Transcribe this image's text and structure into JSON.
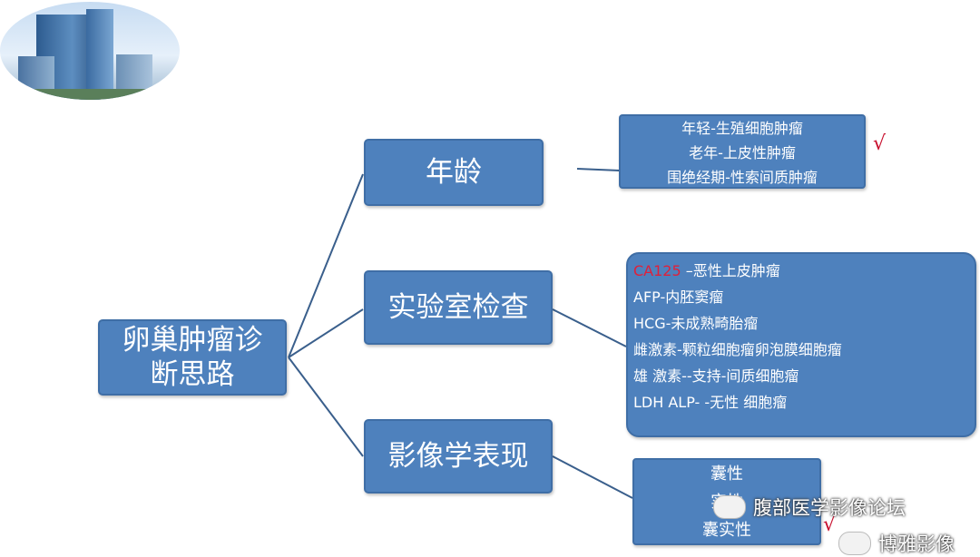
{
  "root": {
    "line1": "卵巢肿瘤诊",
    "line2": "断思路"
  },
  "branches": [
    {
      "label": "年龄"
    },
    {
      "label": "实验室检查"
    },
    {
      "label": "影像学表现"
    }
  ],
  "age_leaf": [
    "年轻-生殖细胞肿瘤",
    "老年-上皮性肿瘤",
    "围绝经期-性索间质肿瘤"
  ],
  "lab_leaf": {
    "ca125_code": "CA125",
    "ca125_text": " –恶性上皮肿瘤",
    "rows": [
      "AFP-内胚窦瘤",
      "HCG-未成熟畸胎瘤",
      "雌激素-颗粒细胞瘤卵泡膜细胞瘤",
      " 雄 激素--支持-间质细胞瘤",
      "LDH ALP- -无性 细胞瘤"
    ]
  },
  "imaging_leaf": [
    "囊性",
    "实性",
    "囊实性"
  ],
  "marks": {
    "check": "√"
  },
  "watermark": {
    "line1": "腹部医学影像论坛",
    "line2": "博雅影像"
  },
  "colors": {
    "box_fill": "#4e81bd",
    "box_border": "#3f6ea6",
    "connector": "#3a5f8c",
    "check": "#c8102e",
    "ca125": "#e0203a"
  }
}
